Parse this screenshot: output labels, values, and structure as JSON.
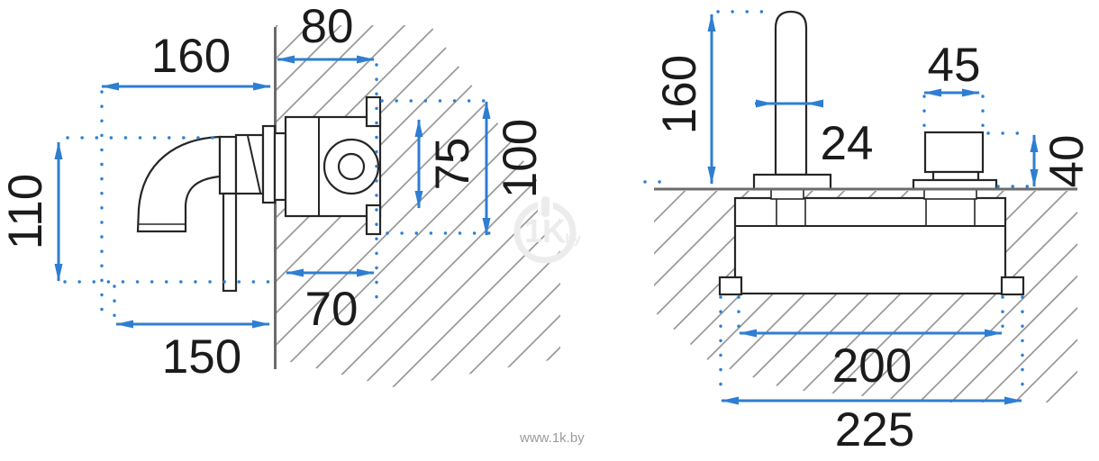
{
  "footer": {
    "url": "www.1k.by"
  },
  "watermark": {
    "logo": "1K",
    "domain": ".by"
  },
  "colors": {
    "dimension_blue": "#2e7ed2",
    "outline_dark": "#262626",
    "hatch_gray": "#8f8f8f",
    "structure_gray": "#6b6b6b",
    "label_ink": "#1b1b1b",
    "watermark_gray": "#ececec",
    "footer_gray": "#9b9b9b",
    "background": "#ffffff"
  },
  "left_view": {
    "dimensions": {
      "spout_reach": "160",
      "in_wall_depth": "80",
      "overall_height": "110",
      "valve_box_height": "75",
      "rough_in_height": "100",
      "valve_box_depth": "70",
      "lower_reach": "150"
    }
  },
  "right_view": {
    "dimensions": {
      "spout_height": "160",
      "spout_diameter": "24",
      "handle_width": "45",
      "handle_height": "40",
      "mounting_span": "200",
      "overall_span": "225"
    }
  }
}
